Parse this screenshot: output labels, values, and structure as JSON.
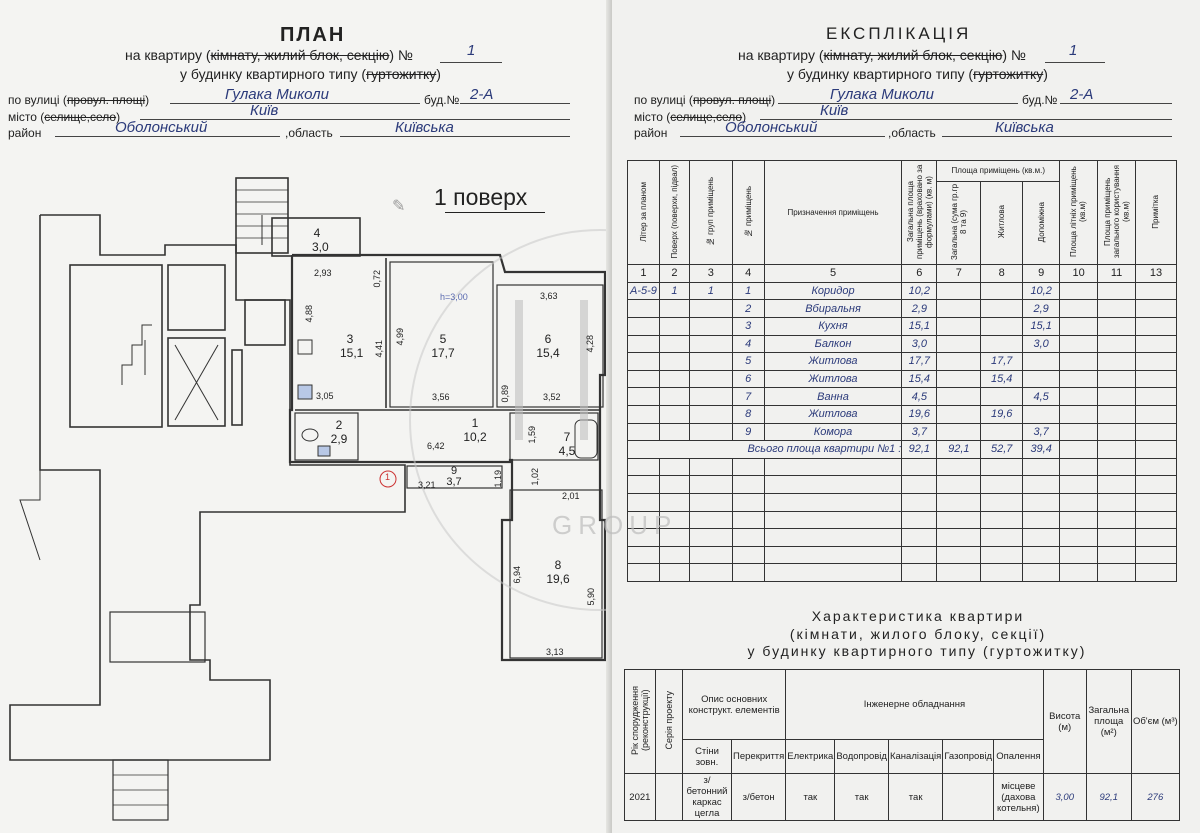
{
  "plan": {
    "title": "ПЛАН",
    "line1_prefix": "на квартиру (",
    "line1_struck": "кімнату, жилий блок, секцію",
    "line1_suffix": ") №",
    "number": "1",
    "line2_prefix": "у будинку квартирного типу (",
    "line2_struck": "гуртожитку",
    "line2_suffix": ")",
    "street_label": "по вулиці (",
    "street_struck": "провул. площі",
    "street_label_end": ")",
    "street": "Гулака Миколи",
    "building_label": "буд.№",
    "building": "2-А",
    "city_label": "місто (",
    "city_struck": "селище,село",
    "city_label_end": ")",
    "city": "Київ",
    "district_label": "район",
    "district": "Оболонський",
    "region_label": ",область",
    "region": "Київська",
    "floor_label": "1 поверх",
    "rooms": [
      {
        "num": "1",
        "area": "10,2"
      },
      {
        "num": "2",
        "area": "2,9"
      },
      {
        "num": "3",
        "area": "15,1"
      },
      {
        "num": "4",
        "area": "3,0"
      },
      {
        "num": "5",
        "area": "17,7"
      },
      {
        "num": "6",
        "area": "15,4"
      },
      {
        "num": "7",
        "area": "4,5"
      },
      {
        "num": "8",
        "area": "19,6"
      },
      {
        "num": "9",
        "area": "3,7"
      }
    ],
    "dims": [
      "2,93",
      "0,72",
      "4,88",
      "4,41",
      "3,05",
      "4,99",
      "h=3,00",
      "3,63",
      "4,28",
      "3,56",
      "0,89",
      "3,52",
      "6,42",
      "1,59",
      "3,21",
      "1,19",
      "1,02",
      "2,01",
      "6,94",
      "5,90",
      "3,13"
    ],
    "marker": "1"
  },
  "explication": {
    "title": "ЕКСПЛІКАЦІЯ",
    "line1_prefix": "на квартиру (",
    "line1_struck": "кімнату, жилий блок, секцію",
    "line1_suffix": ") №",
    "number": "1",
    "line2_prefix": "у будинку квартирного типу (",
    "line2_struck": "гуртожитку",
    "line2_suffix": ")",
    "street_label": "по вулиці (",
    "street_struck": "провул. площі",
    "street_label_end": ")",
    "street": "Гулака Миколи",
    "building_label": "буд.№",
    "building": "2-А",
    "city_label": "місто (",
    "city_struck": "селище,село",
    "city_label_end": ")",
    "city": "Київ",
    "district_label": "район",
    "district": "Оболонський",
    "region_label": ",область",
    "region": "Київська",
    "headers": [
      "Літер за планом",
      "Поверх (поверхи, підвал)",
      "№ груп приміщень",
      "№ приміщень",
      "Призначення приміщень",
      "Загальна площа приміщень (враховано за формулами) (кв. м)",
      "Загальна (сума гр.гр 8 та 9)",
      "Житлова",
      "Допоміжна",
      "Площа літніх приміщень (кв.м)",
      "Площа приміщень загального користування (кв.м)",
      "Примітка"
    ],
    "area_group_header": "Площа приміщень (кв.м.)",
    "col_numbers": [
      "1",
      "2",
      "3",
      "4",
      "5",
      "6",
      "7",
      "8",
      "9",
      "10",
      "11",
      "13"
    ],
    "rows": [
      {
        "liter": "А-5-9",
        "floor": "1",
        "group": "1",
        "num": "1",
        "purpose": "Коридор",
        "total": "10,2",
        "sum": "",
        "living": "",
        "aux": "10,2"
      },
      {
        "liter": "",
        "floor": "",
        "group": "",
        "num": "2",
        "purpose": "Вбиральня",
        "total": "2,9",
        "sum": "",
        "living": "",
        "aux": "2,9"
      },
      {
        "liter": "",
        "floor": "",
        "group": "",
        "num": "3",
        "purpose": "Кухня",
        "total": "15,1",
        "sum": "",
        "living": "",
        "aux": "15,1"
      },
      {
        "liter": "",
        "floor": "",
        "group": "",
        "num": "4",
        "purpose": "Балкон",
        "total": "3,0",
        "sum": "",
        "living": "",
        "aux": "3,0"
      },
      {
        "liter": "",
        "floor": "",
        "group": "",
        "num": "5",
        "purpose": "Житлова",
        "total": "17,7",
        "sum": "",
        "living": "17,7",
        "aux": ""
      },
      {
        "liter": "",
        "floor": "",
        "group": "",
        "num": "6",
        "purpose": "Житлова",
        "total": "15,4",
        "sum": "",
        "living": "15,4",
        "aux": ""
      },
      {
        "liter": "",
        "floor": "",
        "group": "",
        "num": "7",
        "purpose": "Ванна",
        "total": "4,5",
        "sum": "",
        "living": "",
        "aux": "4,5"
      },
      {
        "liter": "",
        "floor": "",
        "group": "",
        "num": "8",
        "purpose": "Житлова",
        "total": "19,6",
        "sum": "",
        "living": "19,6",
        "aux": ""
      },
      {
        "liter": "",
        "floor": "",
        "group": "",
        "num": "9",
        "purpose": "Комора",
        "total": "3,7",
        "sum": "",
        "living": "",
        "aux": "3,7"
      }
    ],
    "total_row": {
      "label": "Всього площа квартири №1 :",
      "total": "92,1",
      "sum": "92,1",
      "living": "52,7",
      "aux": "39,4"
    }
  },
  "characteristics": {
    "title1": "Характеристика квартири",
    "title2": "(кімнати, жилого блоку, секції)",
    "title3": "у будинку квартирного типу (гуртожитку)",
    "h_year": "Рік спорудження (реконструкції)",
    "h_series": "Серія проекту",
    "h_struct": "Опис основних конструкт. елементів",
    "h_walls": "Стіни зовн.",
    "h_floors": "Перекриття",
    "h_eng": "Інженерне обладнання",
    "h_elec": "Електрика",
    "h_water": "Водопровід",
    "h_sewer": "Каналізація",
    "h_gas": "Газопровід",
    "h_heat": "Опалення",
    "h_height": "Висота (м)",
    "h_area": "Загальна площа (м²)",
    "h_volume": "Об'єм (м³)",
    "year": "2021",
    "walls": "з/бетонний каркас цегла",
    "floors": "з/бетон",
    "elec": "так",
    "water": "так",
    "sewer": "так",
    "gas": "",
    "heat": "місцеве (дахова котельня)",
    "height": "3,00",
    "area": "92,1",
    "volume": "276"
  },
  "watermark": "GROUP"
}
